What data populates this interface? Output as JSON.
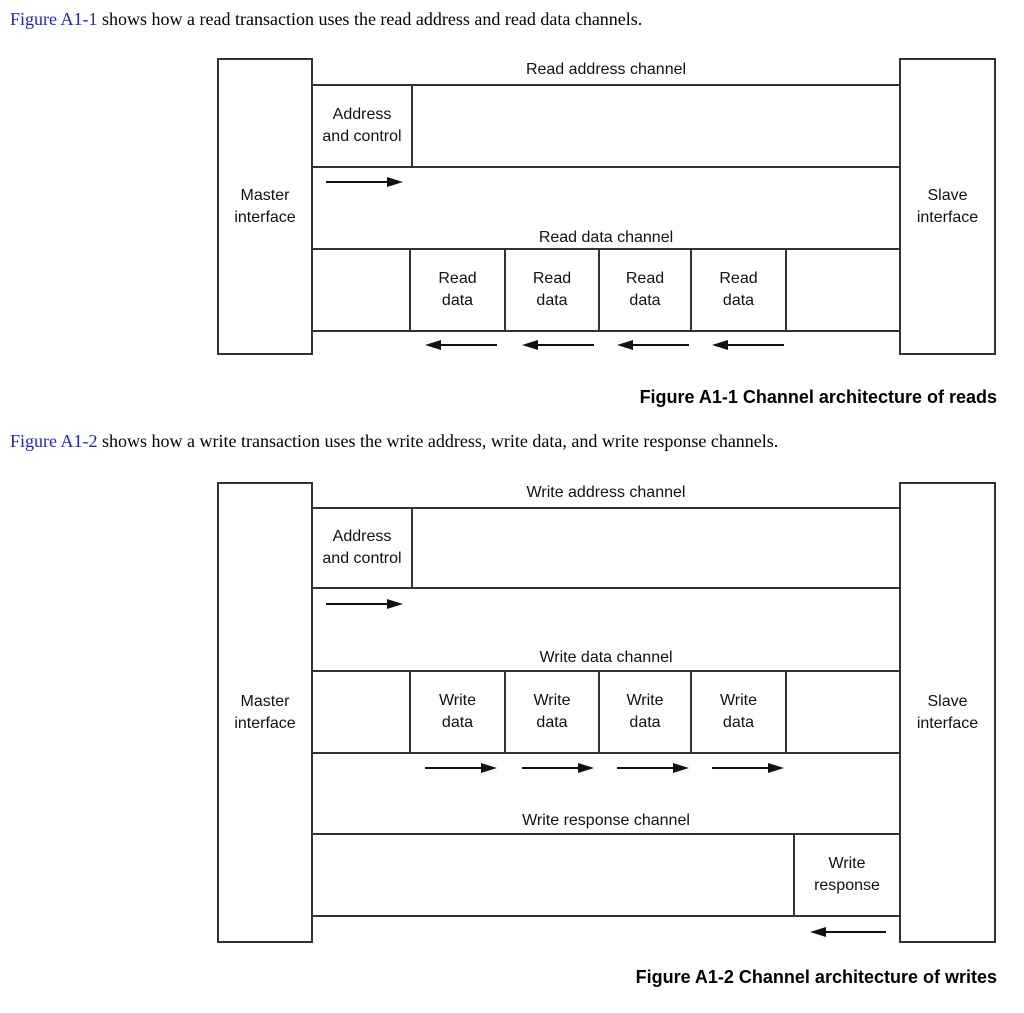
{
  "colors": {
    "link_blue": "#2323cb",
    "diagram_line": "#333333",
    "text": "#000000",
    "background": "#ffffff"
  },
  "paragraph1": {
    "link_text": "Figure A1-1",
    "text": " shows how a read transaction uses the read address and read data channels."
  },
  "paragraph2": {
    "link_text": "Figure A1-2",
    "text": " shows how a write transaction uses the write address, write data, and write response channels."
  },
  "figure_reads": {
    "master_label": "Master\ninterface",
    "slave_label": "Slave\ninterface",
    "address_channel_label": "Read address channel",
    "address_control_label": "Address\nand control",
    "data_channel_label": "Read data channel",
    "data_cells": [
      "Read\ndata",
      "Read\ndata",
      "Read\ndata",
      "Read\ndata"
    ],
    "caption": "Figure A1-1 Channel architecture of reads"
  },
  "figure_writes": {
    "master_label": "Master\ninterface",
    "slave_label": "Slave\ninterface",
    "address_channel_label": "Write address channel",
    "address_control_label": "Address\nand control",
    "data_channel_label": "Write data channel",
    "data_cells": [
      "Write\ndata",
      "Write\ndata",
      "Write\ndata",
      "Write\ndata"
    ],
    "response_channel_label": "Write response channel",
    "response_label": "Write\nresponse",
    "caption": "Figure A1-2 Channel architecture of writes"
  }
}
